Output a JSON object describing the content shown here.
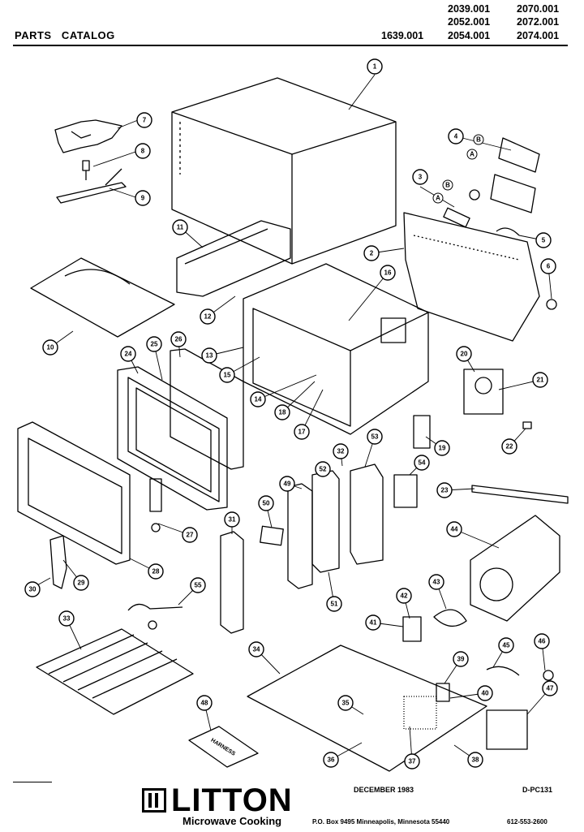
{
  "header": {
    "title": "PARTS   CATALOG",
    "models": [
      "2039.001",
      "2070.001",
      "2052.001",
      "2072.001",
      "1639.001",
      "2054.001",
      "2074.001"
    ]
  },
  "callouts": [
    "1",
    "2",
    "3",
    "4",
    "5",
    "6",
    "7",
    "8",
    "9",
    "10",
    "11",
    "12",
    "13",
    "14",
    "15",
    "16",
    "17",
    "18",
    "19",
    "20",
    "21",
    "22",
    "23",
    "24",
    "25",
    "26",
    "27",
    "28",
    "29",
    "30",
    "31",
    "32",
    "33",
    "34",
    "35",
    "36",
    "37",
    "38",
    "39",
    "40",
    "41",
    "42",
    "43",
    "44",
    "45",
    "46",
    "47",
    "48",
    "49",
    "50",
    "51",
    "52",
    "53",
    "54",
    "55"
  ],
  "sub_labels": [
    "A",
    "B"
  ],
  "box_label": "HARNESS",
  "footer": {
    "date": "DECEMBER 1983",
    "code": "D-PC131",
    "brand": "LITTON",
    "brand_sub": "Microwave Cooking",
    "address": "P.O. Box 9495 Minneapolis, Minnesota 55440",
    "phone": "612-553-2600"
  }
}
